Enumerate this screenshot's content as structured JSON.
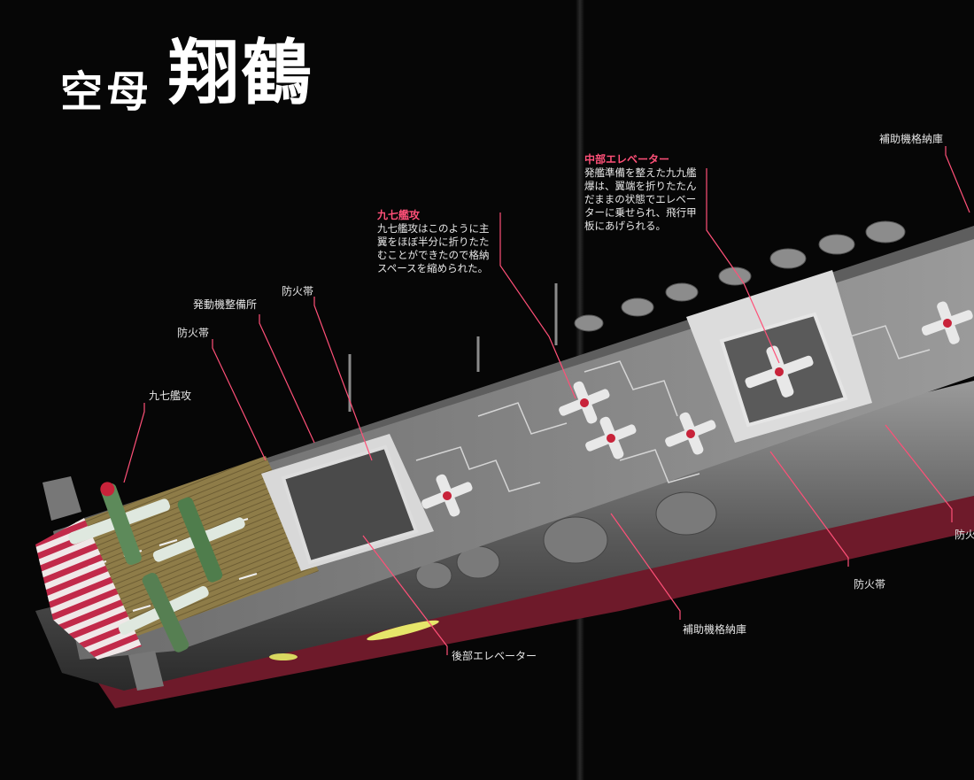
{
  "title": {
    "prefix": "空母",
    "name": "翔鶴"
  },
  "notes": {
    "type97_top": {
      "head": "九七艦攻",
      "body": "九七艦攻はこのように主\n翼をほぼ半分に折りたた\nむことができたので格納\nスペースを縮められた。"
    },
    "mid_elevator": {
      "head": "中部エレベーター",
      "body": "発艦準備を整えた九九艦\n爆は、翼端を折りたたん\nだままの状態でエレベー\nターに乗せられ、飛行甲\n板にあげられる。"
    }
  },
  "labels": {
    "engine_shop": "発動機整備所",
    "firewall_1": "防火帯",
    "firewall_2": "防火帯",
    "type97_left": "九七艦攻",
    "aux_hangar_top": "補助機格納庫",
    "firewall_right_cut": "防火",
    "firewall_bottom": "防火帯",
    "aux_hangar_bottom": "補助機格納庫",
    "rear_elevator": "後部エレベーター"
  },
  "colors": {
    "background": "#060606",
    "accent_pink": "#ff5078",
    "hull_red": "#6e1a2a",
    "deck_wood": "#8a7a4a",
    "hangar_gray": "#6a6a6a"
  }
}
